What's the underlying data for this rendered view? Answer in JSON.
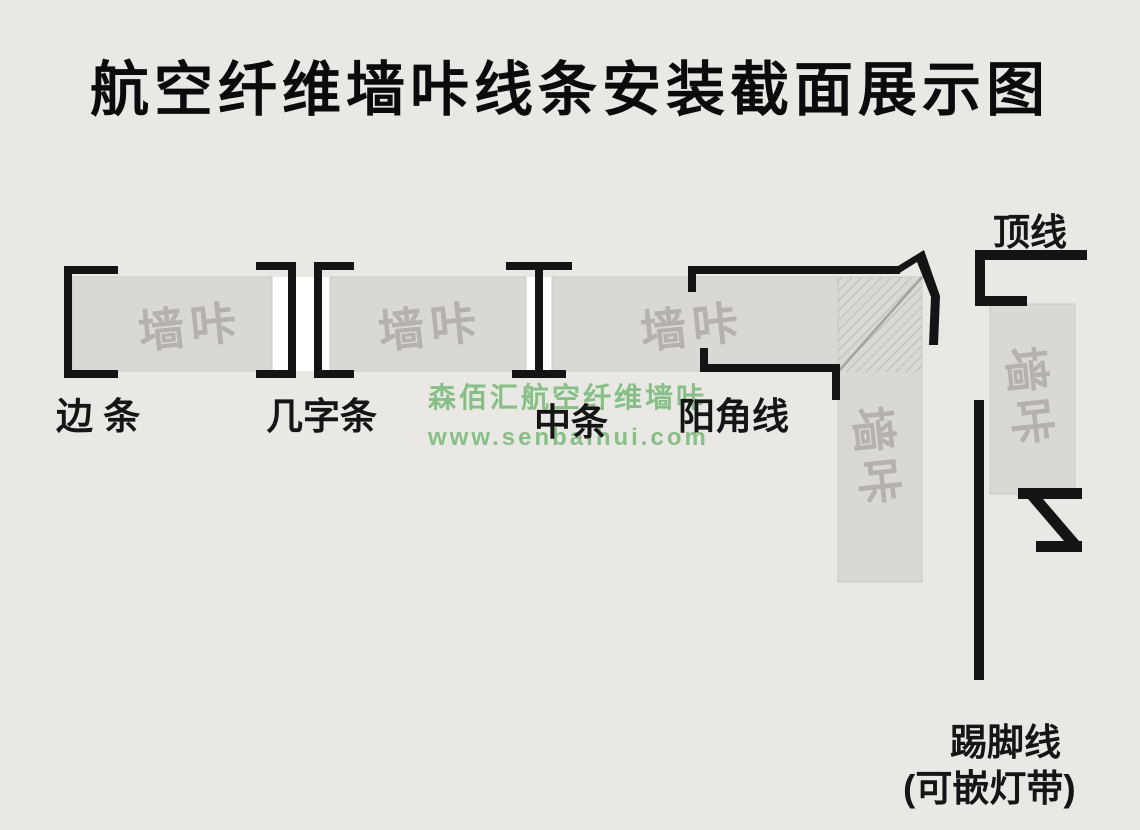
{
  "title": "航空纤维墙咔线条安装截面展示图",
  "panel_label": "墙咔",
  "labels": {
    "edge_strip": "边 条",
    "ji_strip": "几字条",
    "mid_strip": "中条",
    "outer_corner": "阳角线",
    "crown_line": "顶线",
    "skirting_line": "踢脚线",
    "skirting_note": "(可嵌灯带)"
  },
  "watermark": {
    "brand": "森佰汇航空纤维墙咔",
    "url": "www.senbaihui.com"
  },
  "colors": {
    "background": "#e9e8e5",
    "panel_fill": "#d9d8d4",
    "panel_text": "#b5b2ad",
    "profile_black": "#141414",
    "watermark_green": "#7fbc7f"
  }
}
